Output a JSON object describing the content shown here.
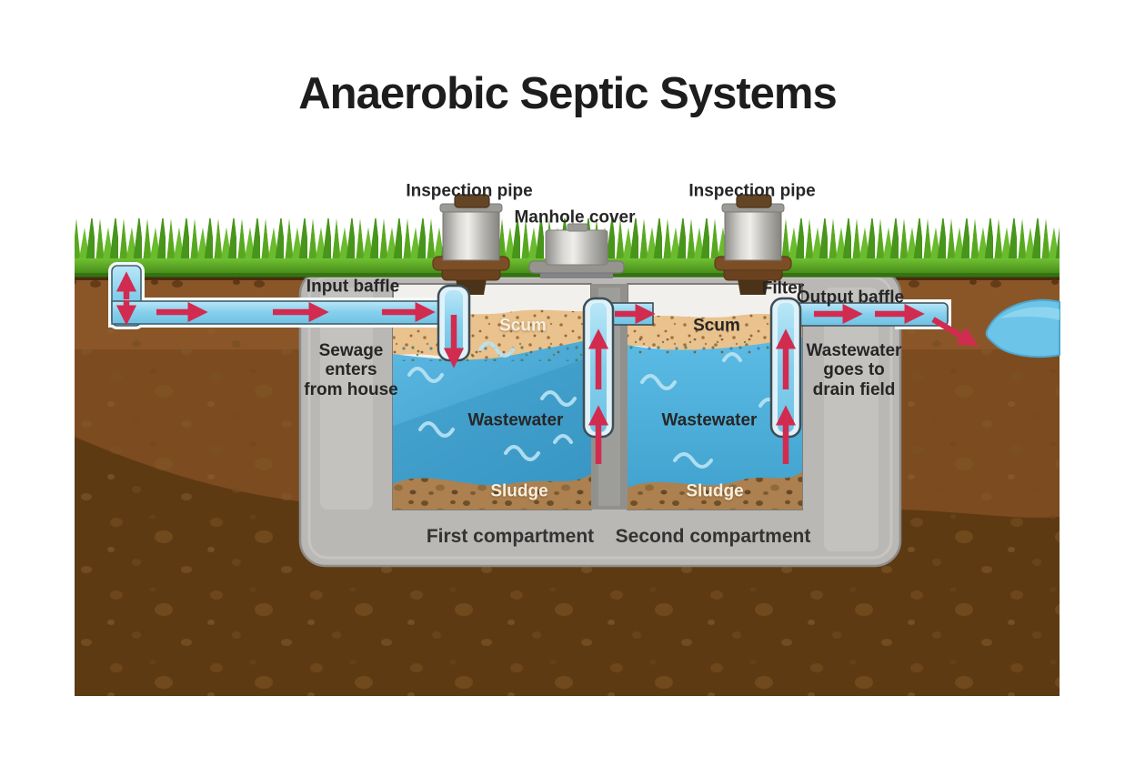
{
  "title": "Anaerobic Septic Systems",
  "callouts": {
    "inspection_pipe_left": "Inspection pipe",
    "manhole_cover": "Manhole cover",
    "inspection_pipe_right": "Inspection pipe",
    "input_baffle": "Input baffle",
    "filter": "Filter",
    "output_baffle": "Output baffle",
    "sewage_enters": "Sewage\nenters\nfrom house",
    "wastewater_to_drain": "Wastewater\ngoes to\ndrain field"
  },
  "tank": {
    "compartment1": {
      "scum": "Scum",
      "wastewater": "Wastewater",
      "sludge": "Sludge",
      "name": "First compartment"
    },
    "compartment2": {
      "scum": "Scum",
      "wastewater": "Wastewater",
      "sludge": "Sludge",
      "name": "Second compartment"
    }
  },
  "colors": {
    "water": "#45aad8",
    "scum": "#e9c28e",
    "sludge": "#ad8050",
    "soil_top": "#8a5628",
    "soil_deep": "#5e3a13",
    "grass": "#5aa81f",
    "tank_concrete": "#b9b8b5",
    "flow_arrow": "#d22b50",
    "pipe_water": "#85cfec"
  }
}
